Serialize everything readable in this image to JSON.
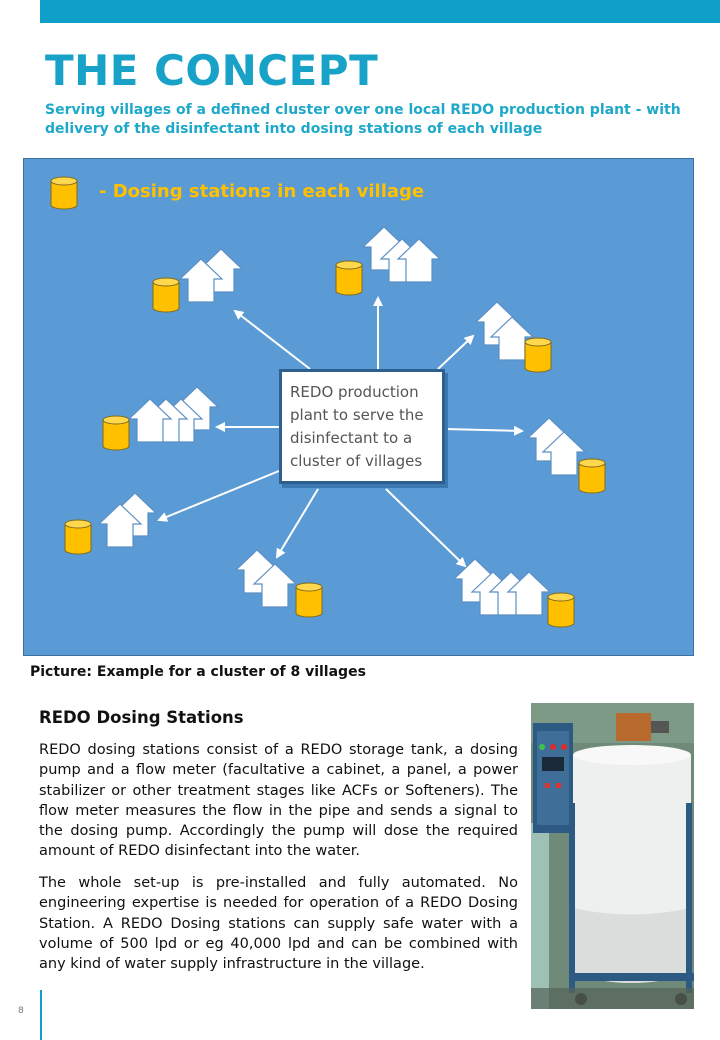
{
  "header": {
    "title": "THE CONCEPT",
    "subtitle": "Serving villages of a defined cluster over one local REDO production plant - with delivery of the disinfectant into dosing stations of each village",
    "accent_color": "#0f9fc9"
  },
  "diagram": {
    "legend_label": "- Dosing stations in each village",
    "center_label": "REDO production\nplant to serve the\ndisinfectant to a\ncluster of villages",
    "background_color": "#5b9bd5",
    "tank_color": "#ffc000",
    "village_count": 8,
    "icons": [
      "house-icon",
      "tank-icon",
      "arrow-icon"
    ]
  },
  "caption": "Picture: Example for a cluster of 8 villages",
  "section": {
    "title": "REDO Dosing Stations",
    "paragraphs": [
      "REDO dosing stations consist of a REDO storage tank, a dosing pump and a flow meter (facultative a cabinet, a panel, a power stabilizer or other treatment stages like ACFs or Softeners). The flow meter measures the flow in the pipe and sends a signal to the dosing pump. Accordingly the pump will dose the required amount of REDO disinfectant into the water.",
      "The whole set-up is pre-installed and fully automated. No engineering expertise is needed for operation of a REDO Dosing Station. A REDO Dosing stations can supply safe water with a volume of 500 lpd or eg 40,000 lpd and can be combined with any kind of water supply infrastructure in the village."
    ]
  },
  "page_number": "8"
}
